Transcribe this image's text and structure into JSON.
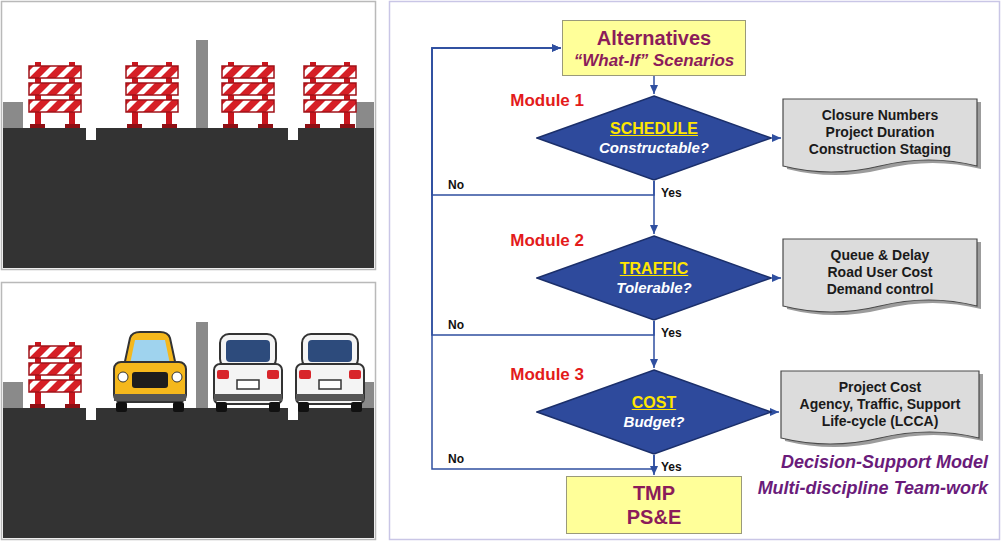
{
  "diagram": {
    "nodes": [
      {
        "text": [
          "Alternatives",
          "“What-If” Scenarios"
        ]
      },
      {
        "text": [
          "Module 1",
          "SCHEDULE",
          "Constructable?"
        ]
      },
      {
        "text": [
          "Closure Numbers",
          "Project Duration",
          "Construction Staging"
        ]
      },
      {
        "text": [
          "Module 2",
          "TRAFFIC",
          "Tolerable?"
        ]
      },
      {
        "text": [
          "Queue & Delay",
          "Road User Cost",
          "Demand control"
        ]
      },
      {
        "text": [
          "Module 3",
          "COST",
          "Budget?"
        ]
      },
      {
        "text": [
          "Project Cost",
          "Agency, Traffic, Support",
          "Life-cycle (LCCA)"
        ]
      },
      {
        "text": [
          "TMP",
          "PS&E"
        ]
      }
    ],
    "edges": [
      {
        "from": 0,
        "to": 1,
        "arrow": "to"
      },
      {
        "from": 1,
        "to": 2,
        "arrow": "to"
      },
      {
        "from": 1,
        "to": 3,
        "label": "Yes",
        "arrow": "to"
      },
      {
        "from": 1,
        "to": 0,
        "label": "No",
        "arrow": "to"
      },
      {
        "from": 3,
        "to": 4,
        "arrow": "to"
      },
      {
        "from": 3,
        "to": 5,
        "label": "Yes",
        "arrow": "to"
      },
      {
        "from": 3,
        "to": 0,
        "label": "No",
        "arrow": "to"
      },
      {
        "from": 5,
        "to": 6,
        "arrow": "to"
      },
      {
        "from": 5,
        "to": 7,
        "label": "Yes",
        "arrow": "to"
      },
      {
        "from": 5,
        "to": 0,
        "label": "No",
        "arrow": "to"
      }
    ],
    "labels": [
      "Decision-Support Model",
      "Multi-discipline Team-work"
    ]
  }
}
